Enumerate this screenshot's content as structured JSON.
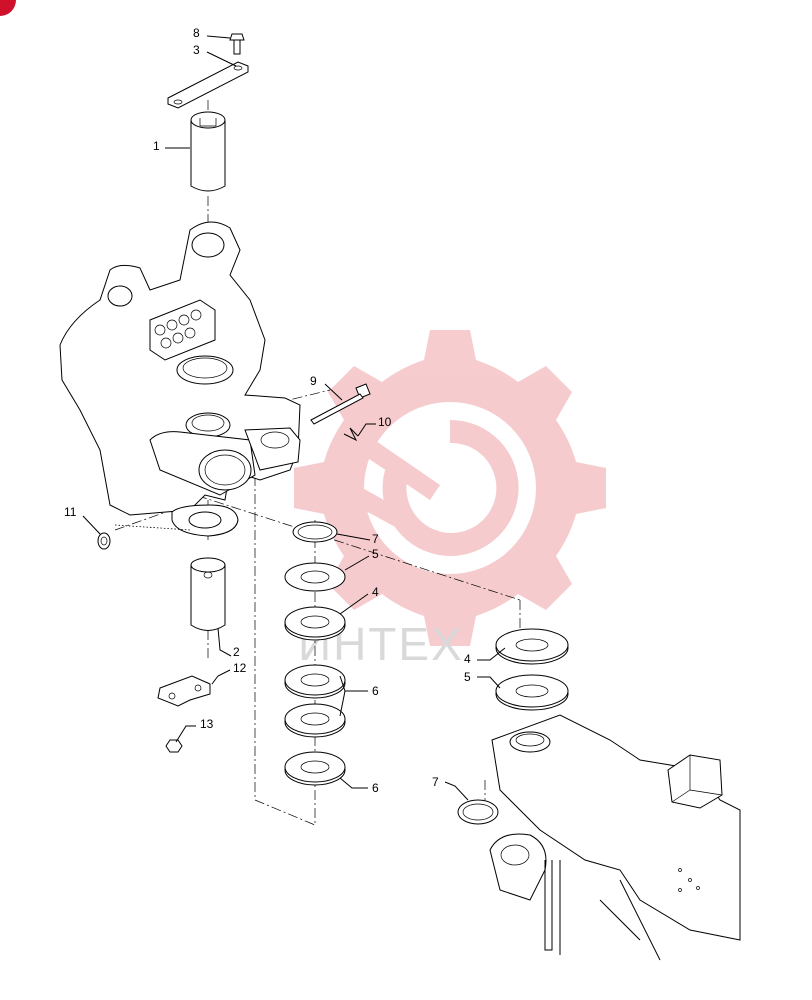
{
  "diagram": {
    "callouts": {
      "c8": "8",
      "c3": "3",
      "c1": "1",
      "c9": "9",
      "c10": "10",
      "c11": "11",
      "c7a": "7",
      "c5a": "5",
      "c4a": "4",
      "c2": "2",
      "c12": "12",
      "c13": "13",
      "c6a": "6",
      "c6b": "6",
      "c4b": "4",
      "c5b": "5",
      "c7b": "7"
    },
    "watermark": {
      "text": "ИНТЕХ",
      "logo_color": "#f5c6c9",
      "text_color": "#d9d9d9"
    },
    "corner_badge_color": "#d0112b"
  }
}
